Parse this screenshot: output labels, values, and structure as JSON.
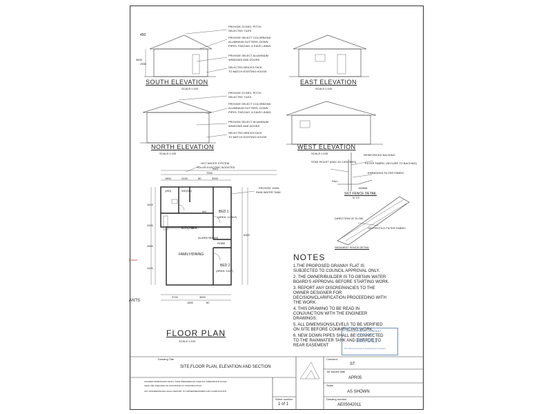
{
  "elevations": {
    "south": {
      "title": "SOUTH ELEVATION",
      "scale": "SCALE:1:100"
    },
    "east": {
      "title": "EAST ELEVATION",
      "scale": "SCALE:1:100"
    },
    "north": {
      "title": "NORTH ELEVATION",
      "scale": "SCALE:1:100"
    },
    "west": {
      "title": "WEST ELEVATION",
      "scale": "SCALE:1:100"
    },
    "callouts": {
      "roof": "PROVIDE 23 DEG. PITCH",
      "roof_tiles": "SELECTED TILES",
      "colorbond_1": "PROVIDE SELECT COLORBOND",
      "colorbond_2": "ALUMINIUM GUTTERS, DOWN",
      "colorbond_3": "PIPES, FASCIAS, & EAVE LINING",
      "windows_1": "PROVIDE SELECT ALUMINIUM",
      "windows_2": "WINDOWS AND DOORS",
      "bricks_1": "SELECTED BRICKS FACE",
      "bricks_2": "TO MATCH EXISTING HOUSE"
    },
    "dims": {
      "eave": "450",
      "h1": "3600",
      "h2": "2550"
    }
  },
  "floorplan": {
    "title": "FLOOR PLAN",
    "scale": "SCALE 1:100",
    "hws_1": "HOT WATER SYSTEM",
    "hws_2": "SOLOR ELECTRIC BOOSTED",
    "tank": "PROVIDE 1500L",
    "tank_2": "RAIN WATER TANK",
    "rooms": {
      "bed1": "BED 1",
      "bed1_area": "(AREA: 12.3m²)",
      "bed2": "BED 2",
      "bed2_area": "(AREA: 14m²)",
      "kitchen": "KITCHEN",
      "family": "FAMILY/DINING",
      "robe": "ROBE",
      "alarm": "ALARM SMOKE",
      "wc": "WC",
      "wd1": "(WD)",
      "wd2": "WD(SD)"
    },
    "dims_top": [
      "7810",
      "7000",
      "1800",
      "2430",
      "80",
      "3000"
    ],
    "dims_bottom": [
      "3720",
      "3600",
      "1800",
      "80"
    ],
    "dims_left": [
      "1810",
      "2450",
      "2850",
      "1420",
      "6300"
    ],
    "left_tag": "ANTS",
    "red_mark": "Bsmulr"
  },
  "silt": {
    "title": "SILT FENCE DETAIL",
    "scale": "N.T.S",
    "sediment": "SEDIMENT FENCE DETAIL",
    "labels": [
      "REINFORCED BACKING",
      "STAR PICKET (MAX 2m CENTRES)",
      "FILTER FABRIC (SECURE TO BACKING)",
      "EMBEDDED FILTER FABRIC",
      "FALL",
      "150MM",
      "DIRECTION OF FLOW",
      "GEOTEXTILE FILTER FABRIC"
    ]
  },
  "notes": {
    "heading": "NOTES",
    "items": [
      "1.THE PROPOSED GRANNY FLAT IS SUBJECTED TO COUNCIL APPROVAL ONLY.",
      "2. THE OWNER/BUILDER IS TO OBTAIN WATER BOARD'S APPROVAL BEFORE STARTING WORK.",
      "3. REPORT ANY DISCREPANCIES TO THE OWNER DESIGNER FOR DECISION/CLARIFICATION PROCEEDING WITH THE WORK.",
      "4. THIS DRAWING TO BE READ IN CONJUNCTION WITH THE ENGINEER DRAWINGS.",
      "5. ALL DIMENSIONS/LEVELS TO BE VERIFIED ON SITE BEFORE COMMENCING WORK.",
      "6. NEW DOWN PIPES SHALL BE CONNECTED TO THE RAINWATER TANK AND CHARGE TO REAR EASEMENT"
    ]
  },
  "stamp": {
    "line1": "DEVELOPMENT CONSENT",
    "line2": "CONDITIONS",
    "number": "315-1/11",
    "footer": "This Plan forms part of Development Consent"
  },
  "titleblock": {
    "drawing_title_label": "Drawing Title",
    "drawing_title": "SITE,FLOOR PLAN, ELEVATION AND SECTION",
    "fine_1": "FIGURED DIMENSIONS SHALL TAKE PRECEDENCE OVER ALL DIMENSIONS SCALE",
    "fine_2": "SHALL BE CHECKED ON SITE PRIOR TO CONSTRUCTION",
    "fine_3": "ANY DISCREPANCIES SHALL REPORT TO OWNER/DESIGNER FOR CLARIFICATION",
    "checked_label": "Checked",
    "checked": "ST",
    "issue_label": "1st Issued date",
    "issue": "APR05",
    "scale_label": "Scale",
    "scale": "AS SHOWN",
    "sheet_label": "Sheet number",
    "sheet": "1 of 1",
    "drawing_no_label": "Drawing number",
    "drawing_no": "AE05042011"
  }
}
